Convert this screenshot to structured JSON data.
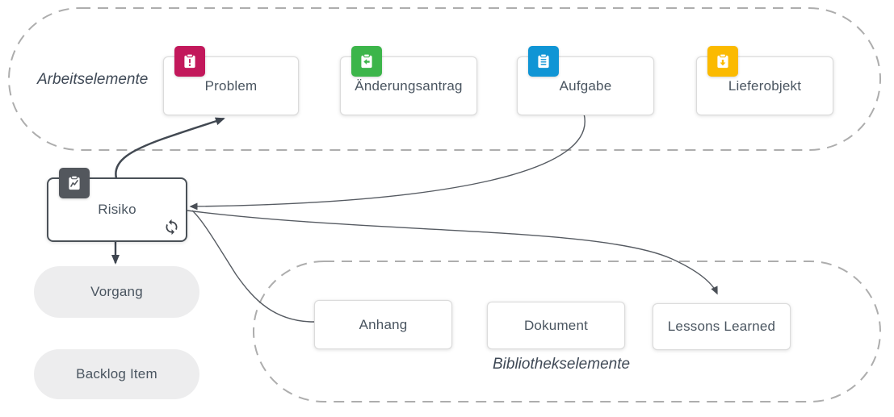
{
  "groups": {
    "work": {
      "label": "Arbeitselemente"
    },
    "library": {
      "label": "Bibliothekselemente"
    }
  },
  "nodes": {
    "work_items": [
      {
        "label": "Problem",
        "color": "#c2185b",
        "icon": "clipboard-exclamation-icon"
      },
      {
        "label": "Änderungsantrag",
        "color": "#3cb54a",
        "icon": "clipboard-arrow-left-icon"
      },
      {
        "label": "Aufgabe",
        "color": "#1095d5",
        "icon": "clipboard-list-icon"
      },
      {
        "label": "Lieferobjekt",
        "color": "#fbba00",
        "icon": "clipboard-arrow-down-icon"
      }
    ],
    "risk": {
      "label": "Risiko",
      "color": "#53575d",
      "icon": "clipboard-chart-icon",
      "badge_icon": "sync-icon",
      "badge_color": "#3f444b"
    },
    "process_pills": [
      {
        "label": "Vorgang"
      },
      {
        "label": "Backlog Item"
      }
    ],
    "library_items": [
      {
        "label": "Anhang"
      },
      {
        "label": "Dokument"
      },
      {
        "label": "Lessons Learned"
      }
    ]
  },
  "relations": [
    {
      "from": "Risiko",
      "to": "Problem"
    },
    {
      "from": "Aufgabe",
      "to": "Risiko"
    },
    {
      "from": "Anhang",
      "to": "Risiko"
    },
    {
      "from": "Risiko",
      "to": "Lessons Learned"
    },
    {
      "from": "Risiko",
      "to": "Vorgang"
    }
  ]
}
